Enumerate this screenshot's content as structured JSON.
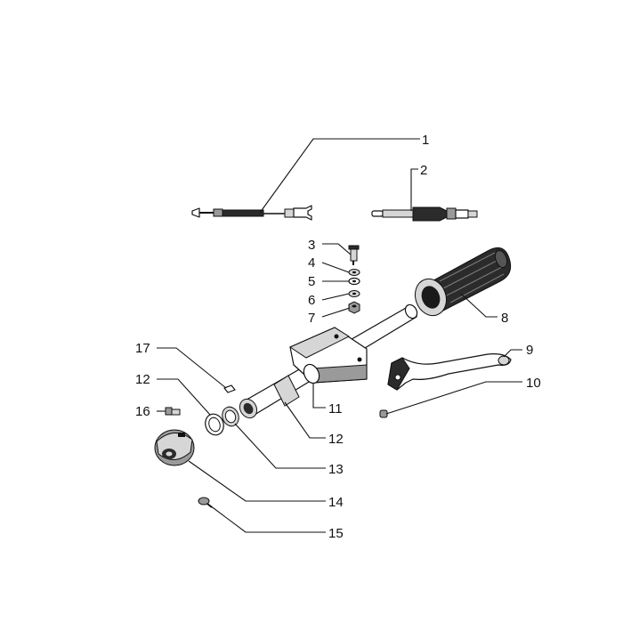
{
  "callouts": {
    "c1": "1",
    "c2": "2",
    "c3": "3",
    "c4": "4",
    "c5": "5",
    "c6": "6",
    "c7": "7",
    "c8": "8",
    "c9": "9",
    "c10": "10",
    "c11": "11",
    "c12a": "12",
    "c12b": "12",
    "c13": "13",
    "c14": "14",
    "c15": "15",
    "c16": "16",
    "c17": "17"
  }
}
